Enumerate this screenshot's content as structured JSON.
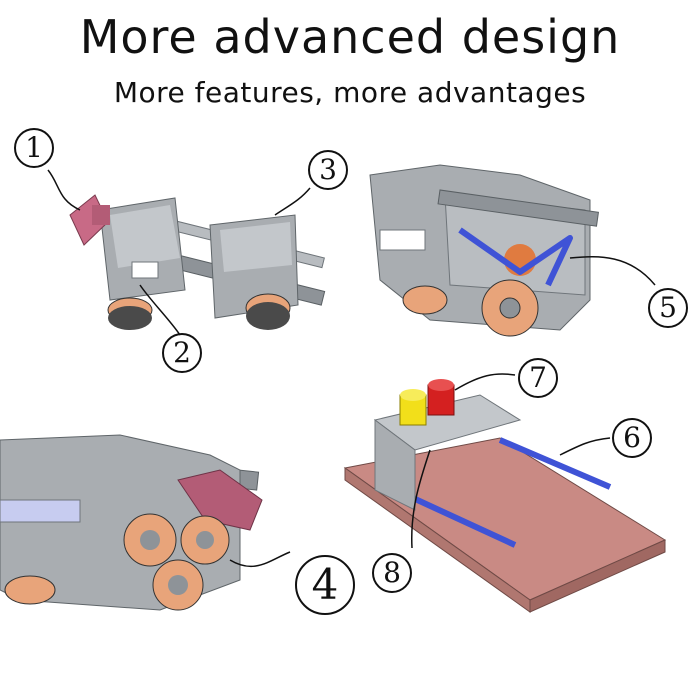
{
  "header": {
    "title": "More advanced design",
    "subtitle": "More features, more advantages"
  },
  "callouts": [
    "1",
    "2",
    "3",
    "4",
    "5",
    "6",
    "7",
    "8"
  ],
  "colors": {
    "metal": "#a9adb1",
    "metal_dark": "#7f858b",
    "knob_pink": "#c86a86",
    "wheel_orange": "#e8a47a",
    "plate_pink": "#c98a84",
    "rail_blue": "#3f53d6",
    "knob_yellow": "#f2df1a",
    "knob_red": "#d42020"
  }
}
